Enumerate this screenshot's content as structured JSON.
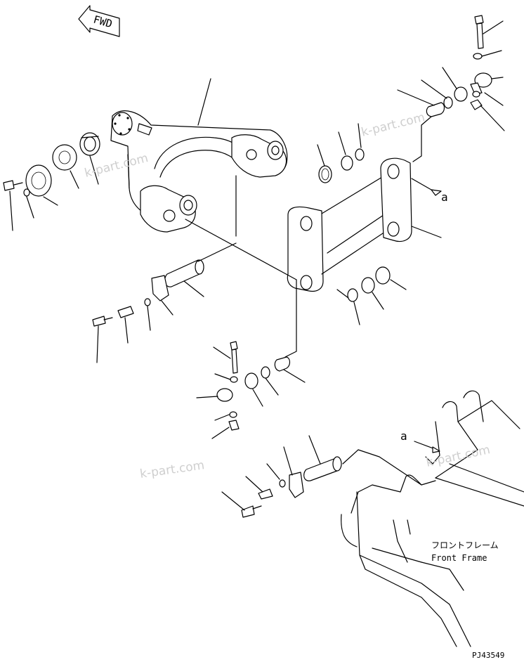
{
  "direction_marker": {
    "text": "FWD"
  },
  "view_labels": {
    "view_a_upper": "a",
    "view_a_lower": "a"
  },
  "frame_label": {
    "japanese": "フロントフレーム",
    "english": "Front Frame"
  },
  "watermark": {
    "text": "k-part.com"
  },
  "drawing_number": "PJ43549",
  "icons": {
    "direction_arrow": "fwd-arrow-icon"
  }
}
